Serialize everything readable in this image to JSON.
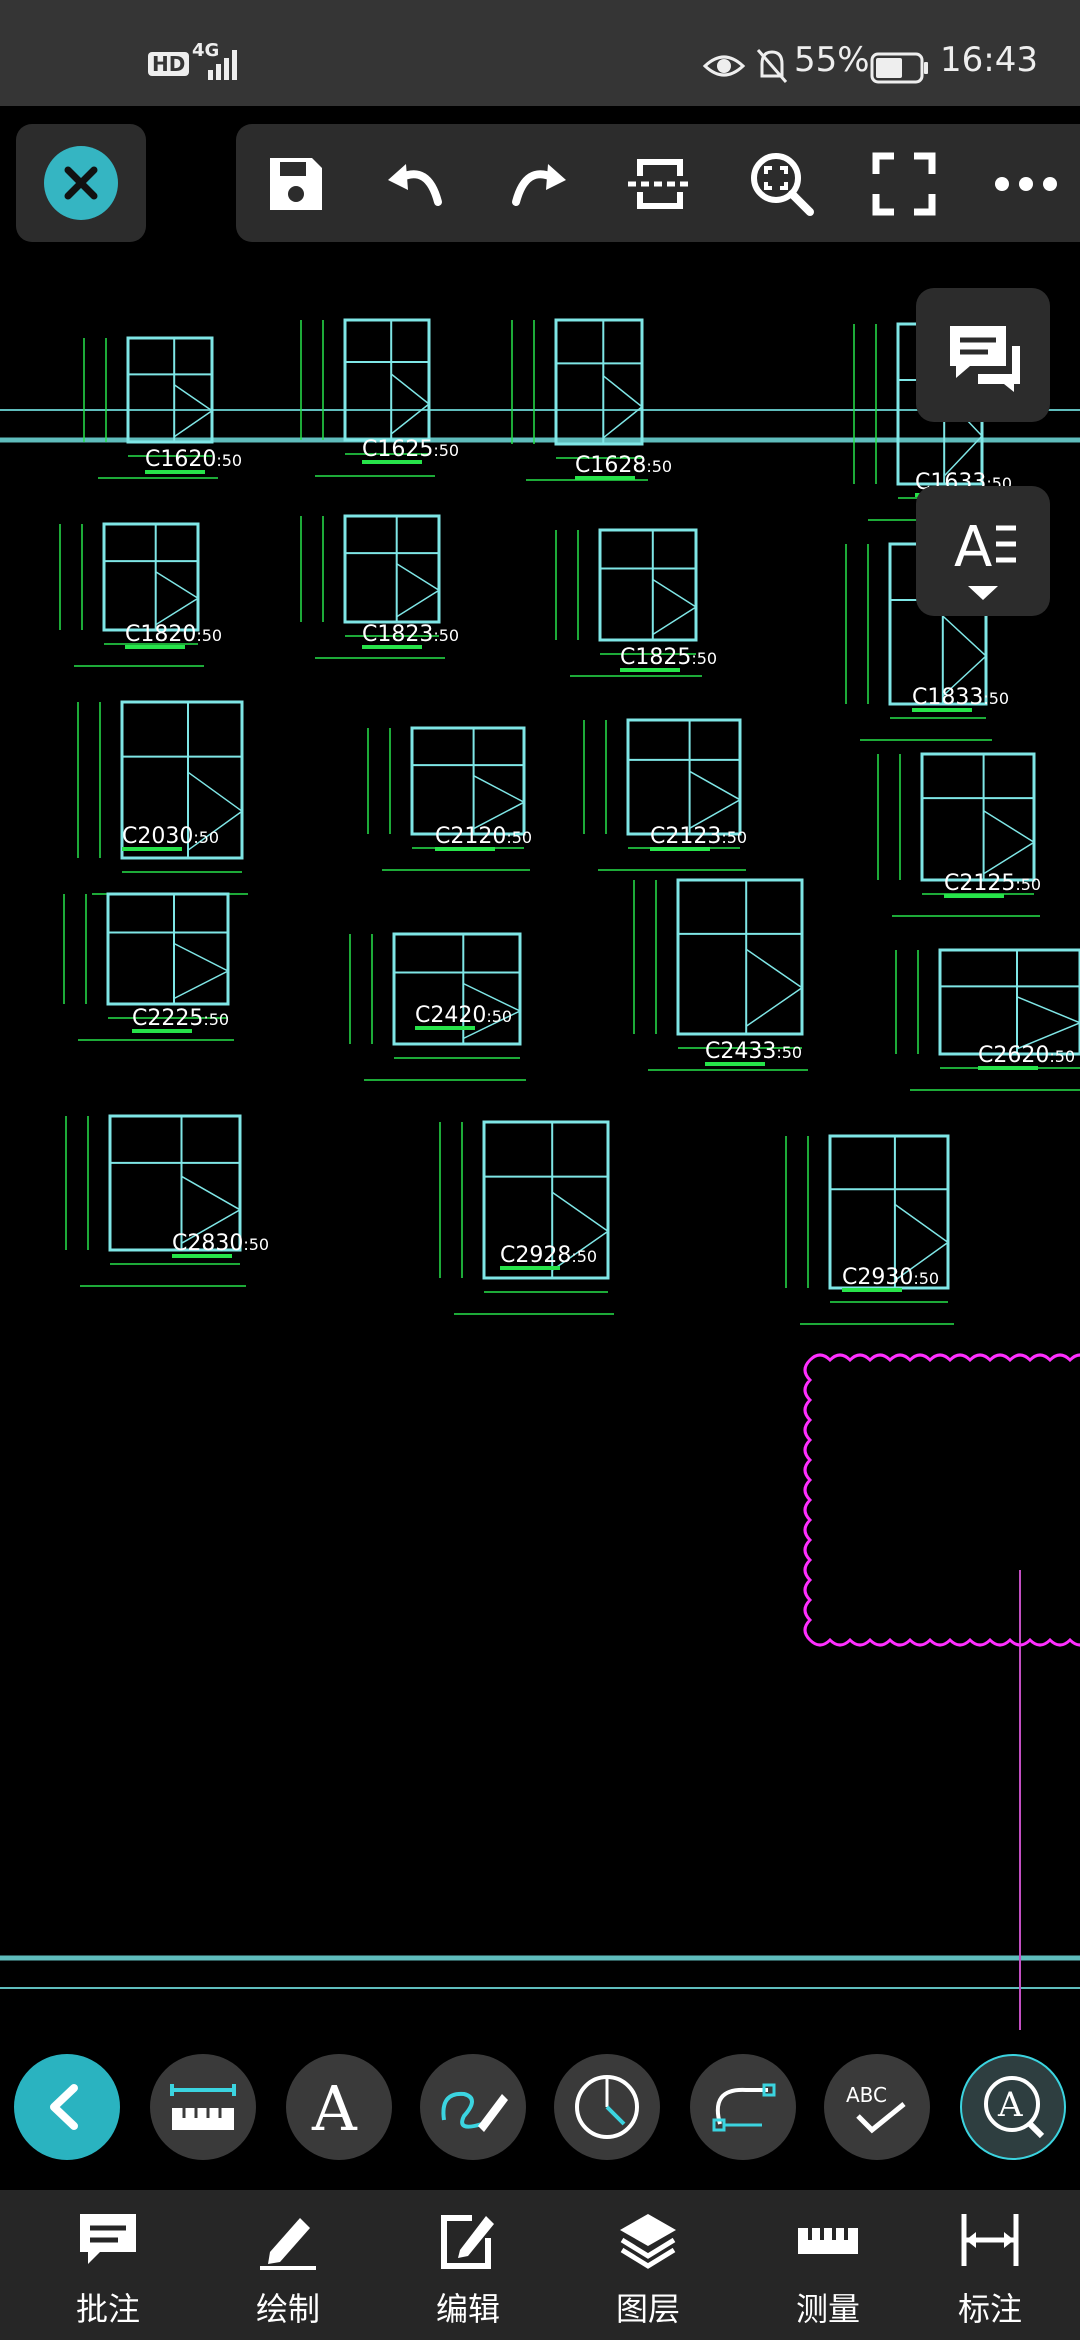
{
  "status_bar": {
    "hd": "HD",
    "network": "4G",
    "battery_percent": "55%",
    "time": "16:43"
  },
  "icons": {
    "close": "close-icon",
    "save": "save-icon",
    "undo": "undo-icon",
    "redo": "redo-icon",
    "section": "section-cut-icon",
    "zoom_window": "zoom-window-icon",
    "fullscreen": "fullscreen-icon",
    "more": "more-icon",
    "comments": "comments-icon",
    "text_style": "text-style-icon"
  },
  "drawing": {
    "labels": [
      "C1620",
      "C1625",
      "C1628",
      "C1633",
      "C1820",
      "C1823",
      "C1825",
      "C1833",
      "C2030",
      "C2120",
      "C2123",
      "C2125",
      "C2225",
      "C2420",
      "C2433",
      "C2620",
      "C2830",
      "C2928",
      "C2930"
    ],
    "scale": ":50"
  },
  "tools": {
    "back": "back-icon",
    "measure_length": "measure-length-icon",
    "text": "A",
    "sketch": "sketch-icon",
    "measure_angle": "angle-icon",
    "polyline": "polyline-icon",
    "spell": "ABC",
    "find_text": "A"
  },
  "bottom_nav": [
    {
      "label": "批注",
      "icon": "annotation-icon"
    },
    {
      "label": "绘制",
      "icon": "draw-icon"
    },
    {
      "label": "编辑",
      "icon": "edit-icon"
    },
    {
      "label": "图层",
      "icon": "layers-icon"
    },
    {
      "label": "测量",
      "icon": "measure-icon"
    },
    {
      "label": "标注",
      "icon": "dimension-icon"
    }
  ],
  "colors": {
    "accent": "#2ab3c0",
    "cad_cyan": "#7fe6e6",
    "cad_green": "#27e34a",
    "cad_magenta": "#ff2fff",
    "panel": "#2c2c2c"
  }
}
